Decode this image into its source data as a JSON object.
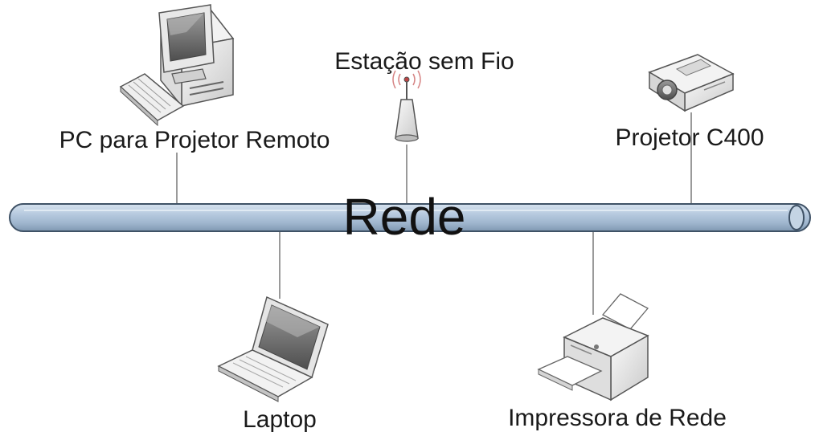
{
  "network": {
    "label": "Rede",
    "pipe_color": "#a9bfd6",
    "pipe_edge_color": "#3f5266",
    "connector_color": "#9a9a9a"
  },
  "devices": {
    "pc": {
      "label": "PC para Projetor Remoto",
      "icon": "desktop-pc-icon"
    },
    "wireless": {
      "label": "Estação sem Fio",
      "icon": "wireless-access-point-icon"
    },
    "projector": {
      "label": "Projetor C400",
      "icon": "projector-icon"
    },
    "laptop": {
      "label": "Laptop",
      "icon": "laptop-icon"
    },
    "printer": {
      "label": "Impressora de Rede",
      "icon": "printer-icon"
    }
  }
}
